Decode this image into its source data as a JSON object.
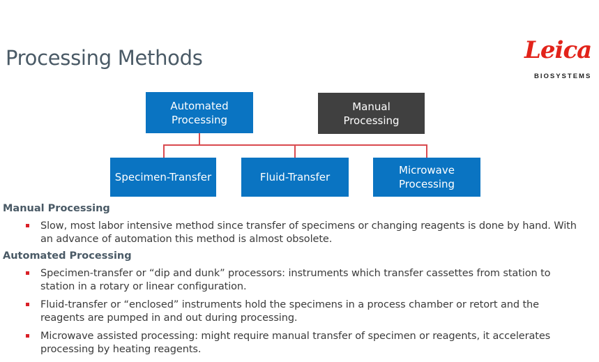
{
  "slide": {
    "title": "Processing Methods"
  },
  "logo": {
    "word": "Leica",
    "sub": "BIOSYSTEMS"
  },
  "diagram": {
    "automated": "Automated\nProcessing",
    "manual": "Manual\nProcessing",
    "children": [
      "Specimen-Transfer",
      "Fluid-Transfer",
      "Microwave\nProcessing"
    ]
  },
  "sections": [
    {
      "heading": "Manual Processing",
      "bullets": [
        "Slow, most labor intensive method since transfer of specimens or changing reagents is done by hand. With an advance of automation this method is almost obsolete."
      ]
    },
    {
      "heading": "Automated Processing",
      "bullets": [
        "Specimen-transfer or “dip and dunk” processors: instruments which transfer cassettes from station to station in a rotary or linear configuration.",
        "Fluid-transfer or “enclosed” instruments hold the specimens in a process chamber or retort and the reagents are pumped in and out during processing.",
        "Microwave assisted processing: might require manual transfer of specimen or reagents, it accelerates processing by heating reagents."
      ]
    }
  ]
}
